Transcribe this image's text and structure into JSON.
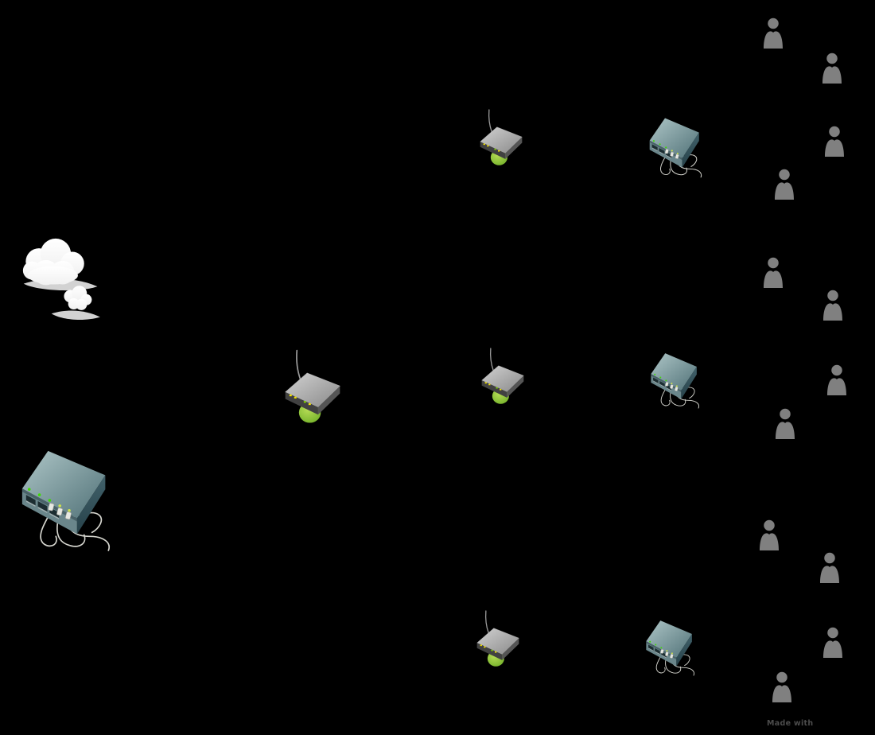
{
  "diagram": {
    "background_color": "#000000",
    "watermark": {
      "text": "Made with",
      "color": "#4c4c4c"
    },
    "icon_colors": {
      "cloud_fill": "#ffffff",
      "cloud_shadow": "#d2d2d2",
      "switch_top_light": "#a6c3c4",
      "switch_top_dark": "#537379",
      "switch_front": "#6a868b",
      "switch_side": "#35525a",
      "switch_port": "#1c2d31",
      "switch_led_green": "#3ddb00",
      "switch_led_yellow": "#cfe24a",
      "cable": "#d6d6cf",
      "plug": "#e6e8e2",
      "ap_top_light": "#cdcdcd",
      "ap_top_dark": "#8f8f8f",
      "ap_side": "#555555",
      "ap_front": "#414141",
      "ap_led_yellow": "#f5e400",
      "ap_led_green": "#7fd400",
      "ap_base_green_light": "#b0d84e",
      "ap_base_green_dark": "#6fae27",
      "antenna": "#9a9a9a",
      "person_fill": "#808080"
    },
    "nodes": [
      {
        "id": "internet-cloud",
        "icon": "cloud-icon"
      },
      {
        "id": "core-switch",
        "icon": "switch-icon"
      },
      {
        "id": "main-access-point",
        "icon": "wireless-ap-icon"
      },
      {
        "id": "access-point-top",
        "icon": "wireless-ap-icon"
      },
      {
        "id": "access-point-middle",
        "icon": "wireless-ap-icon"
      },
      {
        "id": "access-point-bottom",
        "icon": "wireless-ap-icon"
      },
      {
        "id": "switch-top",
        "icon": "switch-icon"
      },
      {
        "id": "switch-middle",
        "icon": "switch-icon"
      },
      {
        "id": "switch-bottom",
        "icon": "switch-icon"
      },
      {
        "id": "users-group-top",
        "icon": "user-icon",
        "count": 4
      },
      {
        "id": "users-group-middle",
        "icon": "user-icon",
        "count": 4
      },
      {
        "id": "users-group-bottom",
        "icon": "user-icon",
        "count": 4
      }
    ]
  }
}
